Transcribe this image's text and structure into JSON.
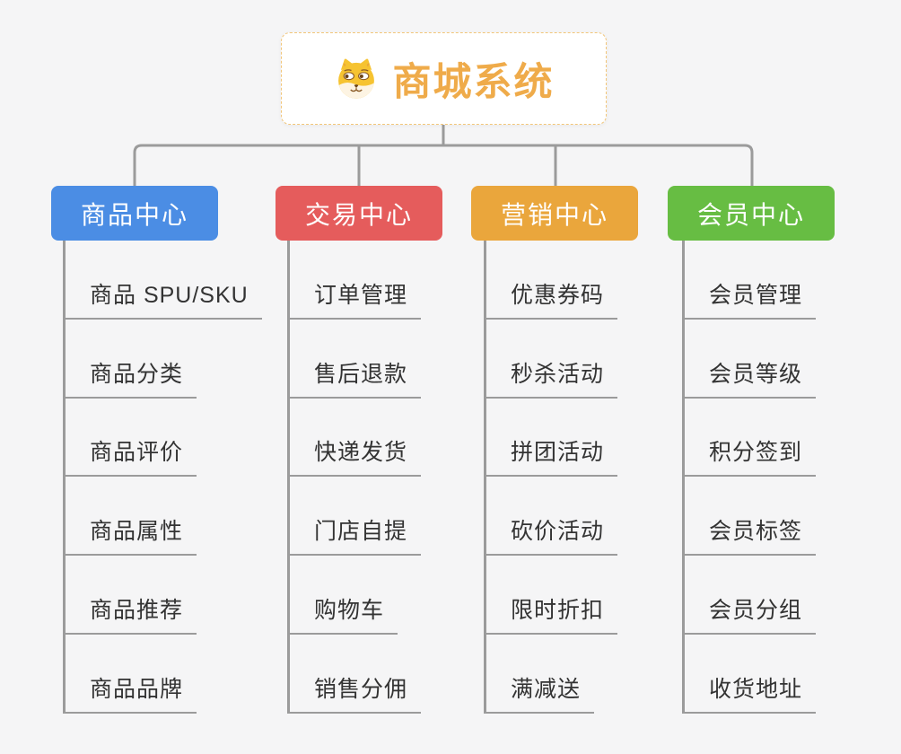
{
  "canvas": {
    "background": "#f5f5f6",
    "connector_color": "#9b9b9b",
    "item_text_color": "#333333"
  },
  "root": {
    "title": "商城系统",
    "icon": "dog-face-icon",
    "title_color": "#efab4a",
    "border_color": "#f2c679"
  },
  "branches": [
    {
      "label": "商品中心",
      "color": "#4b8de4",
      "items": [
        "商品 SPU/SKU",
        "商品分类",
        "商品评价",
        "商品属性",
        "商品推荐",
        "商品品牌"
      ]
    },
    {
      "label": "交易中心",
      "color": "#e55c5c",
      "items": [
        "订单管理",
        "售后退款",
        "快递发货",
        "门店自提",
        "购物车",
        "销售分佣"
      ]
    },
    {
      "label": "营销中心",
      "color": "#eaa63c",
      "items": [
        "优惠券码",
        "秒杀活动",
        "拼团活动",
        "砍价活动",
        "限时折扣",
        "满减送"
      ]
    },
    {
      "label": "会员中心",
      "color": "#67bd43",
      "items": [
        "会员管理",
        "会员等级",
        "积分签到",
        "会员标签",
        "会员分组",
        "收货地址"
      ]
    }
  ]
}
